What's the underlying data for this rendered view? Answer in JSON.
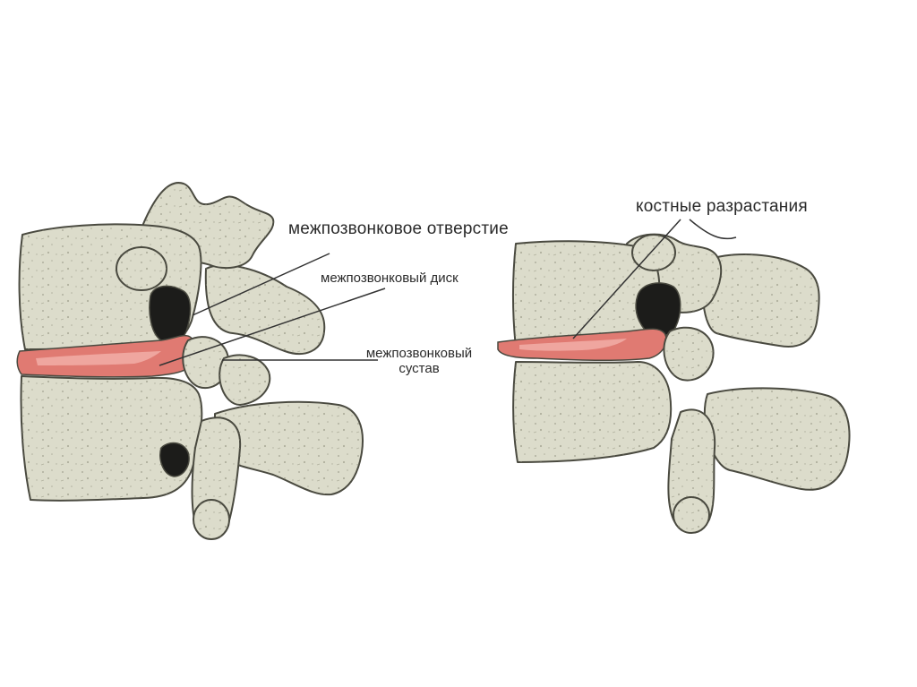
{
  "labels": {
    "foramen": "межпозвонковое отверстие",
    "disc": "межпозвонковый диск",
    "joint_line1": "межпозвонковый",
    "joint_line2": "сустав",
    "osteophytes": "костные разрастания"
  },
  "colors": {
    "bone_fill": "#dcdccb",
    "bone_shade": "#bdbca8",
    "outline": "#4a4a40",
    "disc_fill": "#e07a72",
    "disc_highlight": "#f3b2aa",
    "hole": "#1c1c1a",
    "leader": "#333333"
  }
}
